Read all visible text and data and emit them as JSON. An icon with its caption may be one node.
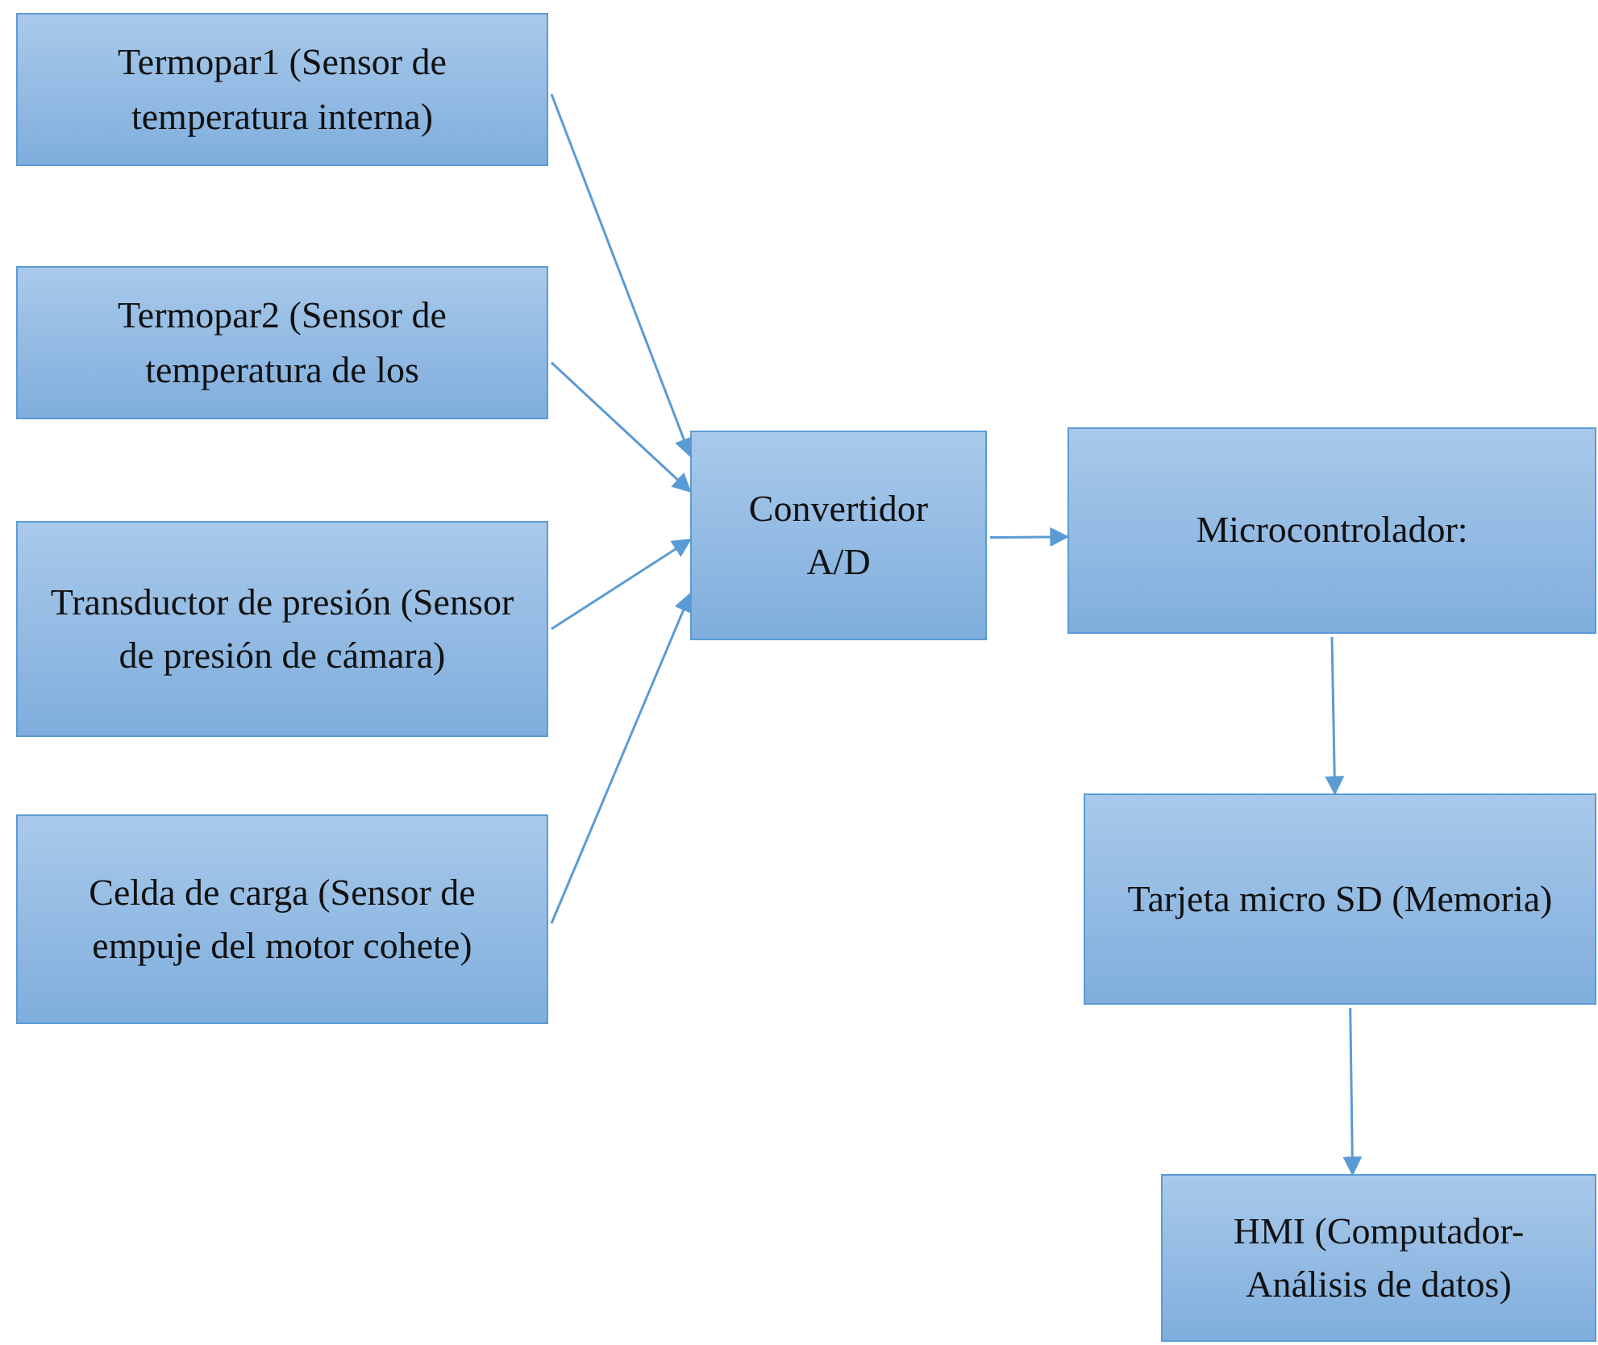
{
  "diagram": {
    "nodes": [
      {
        "text": [
          "Termopar1 (Sensor de temperatura interna)"
        ]
      },
      {
        "text": [
          "Termopar2 (Sensor de temperatura de los"
        ]
      },
      {
        "text": [
          "Transductor de presión (Sensor de presión de cámara)"
        ]
      },
      {
        "text": [
          "Celda de carga (Sensor de empuje del motor cohete)"
        ]
      },
      {
        "text": [
          "Convertidor A/D"
        ]
      },
      {
        "text": [
          "Microcontrolador:"
        ]
      },
      {
        "text": [
          "Tarjeta micro SD (Memoria)"
        ]
      },
      {
        "text": [
          "HMI (Computador-Análisis de datos)"
        ]
      }
    ],
    "edges": [
      {
        "from": 0,
        "to": 4,
        "arrow": "to"
      },
      {
        "from": 1,
        "to": 4,
        "arrow": "to"
      },
      {
        "from": 2,
        "to": 4,
        "arrow": "to"
      },
      {
        "from": 3,
        "to": 4,
        "arrow": "to"
      },
      {
        "from": 4,
        "to": 5,
        "arrow": "to"
      },
      {
        "from": 5,
        "to": 6,
        "arrow": "to"
      },
      {
        "from": 6,
        "to": 7,
        "arrow": "to"
      }
    ]
  }
}
